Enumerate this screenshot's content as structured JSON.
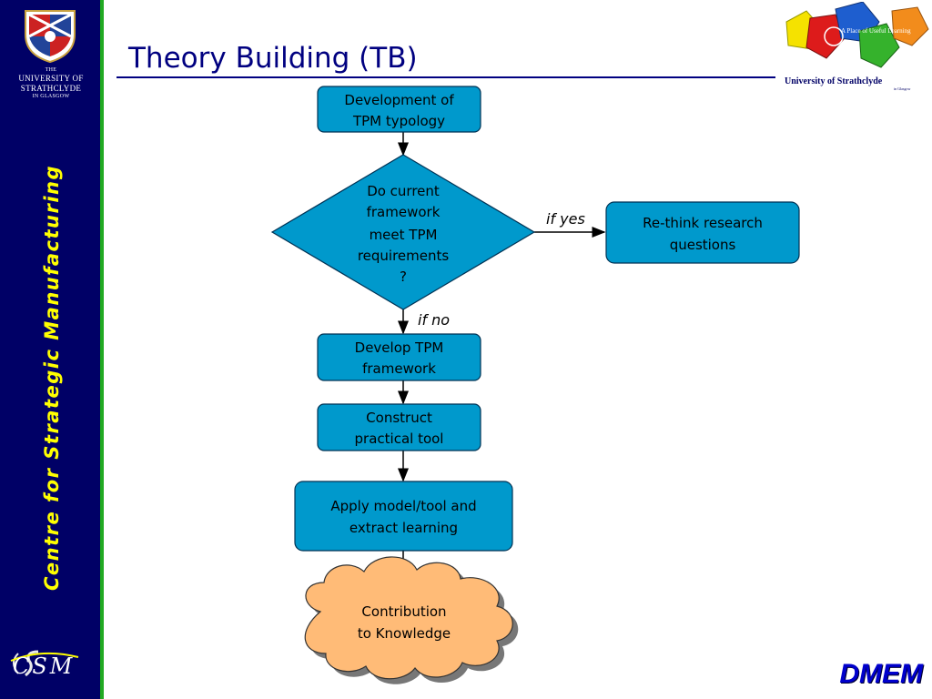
{
  "slide": {
    "title": "Theory Building (TB)",
    "sidebar_text": "Centre for Strategic Manufacturing",
    "university_logo": {
      "lines": [
        "THE",
        "UNIVERSITY OF",
        "STRATHCLYDE",
        "IN GLASGOW"
      ]
    },
    "place_logo": {
      "tagline": "A Place of Useful Learning",
      "name": "University of Strathclyde",
      "sub": "in Glasgow"
    },
    "csm_logo": "CSM",
    "footer_brand": "DMEM"
  },
  "diagram": {
    "nodes": {
      "development": [
        "Development of",
        "TPM typology"
      ],
      "decision": [
        "Do current",
        "framework",
        "meet TPM",
        "requirements",
        "?"
      ],
      "rethink": [
        "Re-think research",
        "questions"
      ],
      "develop": [
        "Develop TPM",
        "framework"
      ],
      "construct": [
        "Construct",
        "practical tool"
      ],
      "apply": [
        "Apply model/tool and",
        "extract learning"
      ],
      "contribution": [
        "Contribution",
        "to Knowledge"
      ]
    },
    "edge_labels": {
      "yes": "if yes",
      "no": "if no"
    }
  },
  "colors": {
    "sidebar_bg": "#000066",
    "sidebar_text": "#ffff00",
    "title": "#000080",
    "box_fill": "#0099cc",
    "cloud_fill": "#ffbb77",
    "brand": "#0000cc"
  }
}
